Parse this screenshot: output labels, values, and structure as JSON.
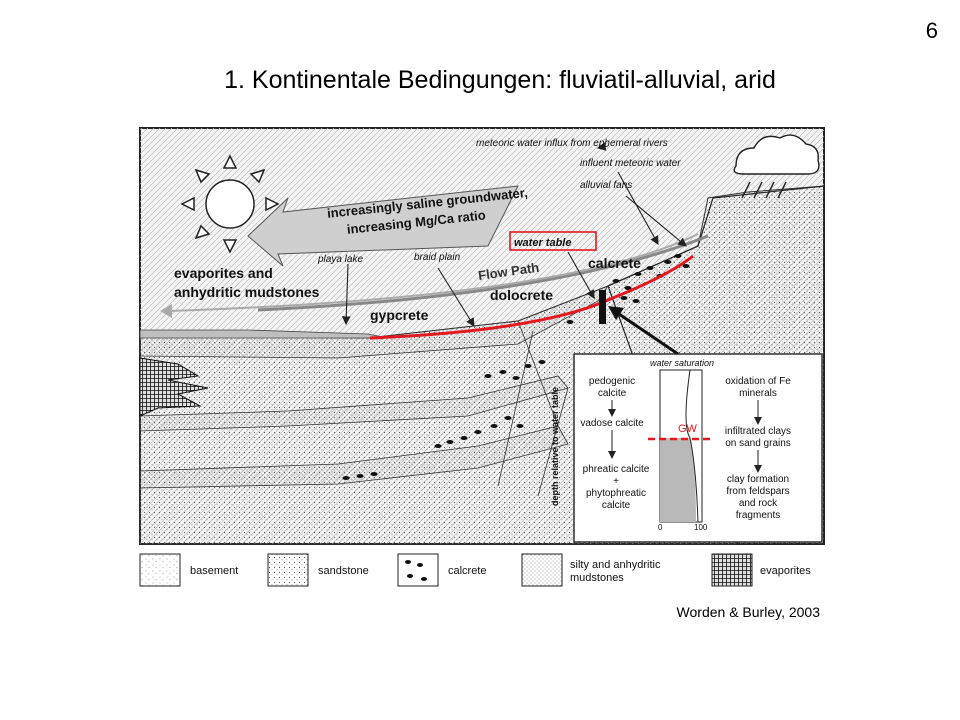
{
  "slide": {
    "number": "6",
    "title": "1. Kontinentale Bedingungen: fluviatil-alluvial, arid",
    "citation": "Worden & Burley, 2003"
  },
  "diagram": {
    "labels": {
      "meteoric_influx": "meteoric water influx from ephemeral rivers",
      "influent_meteoric": "influent meteoric water",
      "alluvial_fans": "alluvial fans",
      "saline_line1": "increasingly saline groundwater,",
      "saline_line2": "increasing Mg/Ca ratio",
      "water_table": "water table",
      "playa_lake": "playa lake",
      "braid_plain": "braid plain",
      "flow_path": "Flow Path",
      "calcrete": "calcrete",
      "dolocrete": "dolocrete",
      "gypcrete": "gypcrete",
      "evaporites_line1": "evaporites and",
      "evaporites_line2": "anhydritic mudstones"
    },
    "inset": {
      "water_saturation": "water saturation",
      "depth_axis": "depth relative to water table",
      "gw": "GW",
      "axis_min": "0",
      "axis_max": "100",
      "left_items": [
        "pedogenic",
        "calcite",
        "vadose calcite",
        "phreatic calcite",
        "+",
        "phytophreatic",
        "calcite"
      ],
      "right_items": [
        "oxidation of Fe",
        "minerals",
        "infiltrated clays",
        "on sand grains",
        "clay formation",
        "from feldspars",
        "and rock",
        "fragments"
      ]
    },
    "legend": [
      {
        "key": "basement",
        "label": "basement"
      },
      {
        "key": "sandstone",
        "label": "sandstone"
      },
      {
        "key": "calcrete",
        "label": "calcrete"
      },
      {
        "key": "silty",
        "label": "silty and anhydritic",
        "label2": "mudstones"
      },
      {
        "key": "evaporites",
        "label": "evaporites"
      }
    ],
    "colors": {
      "highlight": "#e3191f",
      "line": "#222222"
    }
  }
}
